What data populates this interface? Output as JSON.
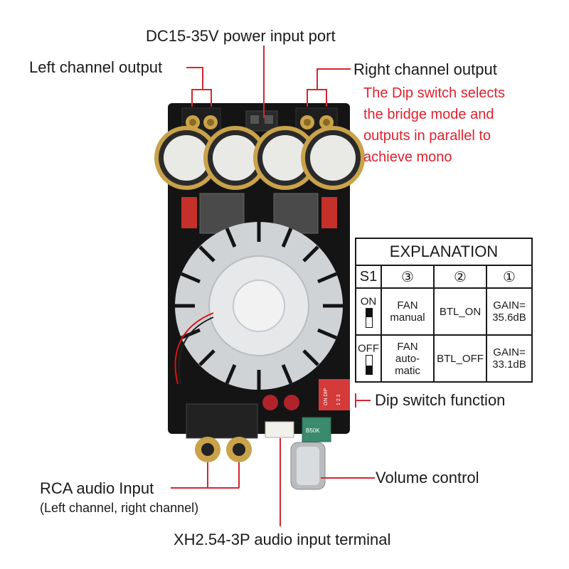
{
  "callouts": {
    "power_input": "DC15-35V power input port",
    "left_output": "Left channel output",
    "right_output": "Right channel output",
    "bridge_note": [
      "The Dip switch selects",
      "the bridge mode and",
      "outputs in parallel to",
      "achieve mono"
    ],
    "dip_function": "Dip switch function",
    "volume": "Volume control",
    "rca_input": "RCA audio Input",
    "rca_sub": "(Left channel, right channel)",
    "xh_terminal": "XH2.54-3P audio input terminal"
  },
  "explanation": {
    "title": "EXPLANATION",
    "columns": [
      "S1",
      "③",
      "②",
      "①"
    ],
    "rows": [
      {
        "state": "ON",
        "c3": [
          "FAN",
          "manual"
        ],
        "c2": [
          "BTL_ON"
        ],
        "c1": [
          "GAIN=",
          "35.6dB"
        ]
      },
      {
        "state": "OFF",
        "c3": [
          "FAN",
          "auto-",
          "matic"
        ],
        "c2": [
          "BTL_OFF"
        ],
        "c1": [
          "GAIN=",
          "33.1dB"
        ]
      }
    ]
  },
  "board_print": {
    "dip_label": "ON DIP",
    "dip_numbers": "1 2 3",
    "pot_label": "B50K"
  },
  "colors": {
    "callout_line": "#d6262f",
    "note_text": "#e0212e",
    "pcb": "#141414",
    "heatsink": "#d9dcdf"
  }
}
